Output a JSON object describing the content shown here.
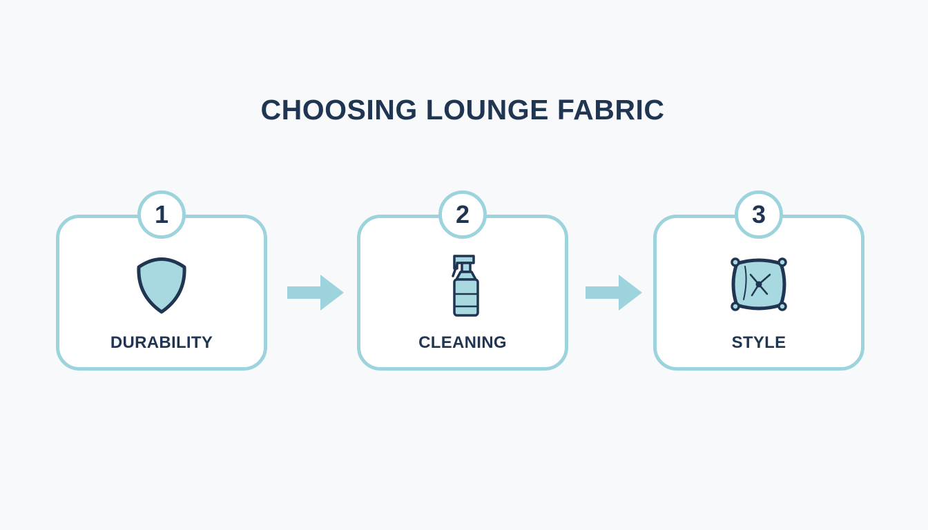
{
  "title": "CHOOSING LOUNGE FABRIC",
  "steps": [
    {
      "number": "1",
      "label": "DURABILITY",
      "icon": "shield-icon"
    },
    {
      "number": "2",
      "label": "CLEANING",
      "icon": "spray-bottle-icon"
    },
    {
      "number": "3",
      "label": "STYLE",
      "icon": "cushion-icon"
    }
  ],
  "colors": {
    "background": "#f8f9fa",
    "text": "#1f3552",
    "accent": "#9dd3dd",
    "icon_fill": "#a8d8e0"
  }
}
